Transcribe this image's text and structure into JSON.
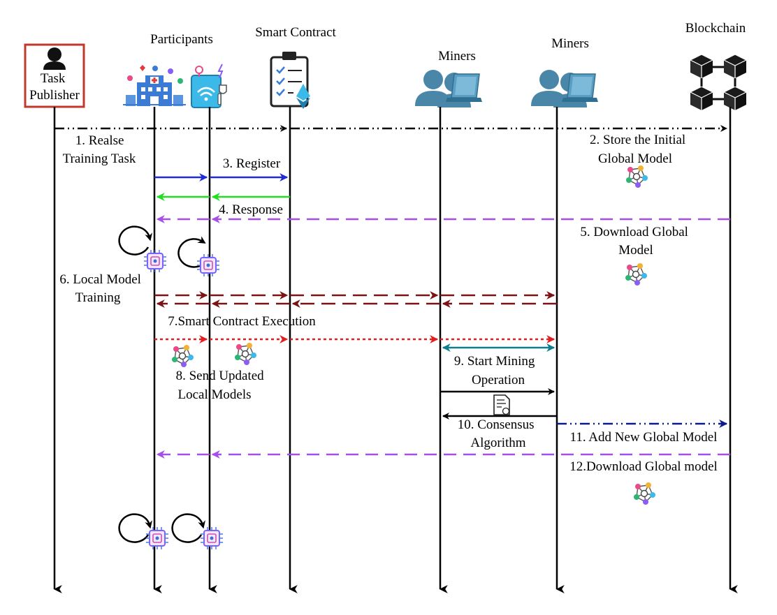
{
  "actors": {
    "task_publisher": "Task\nPublisher",
    "participants": "Participants",
    "smart_contract": "Smart Contract",
    "miners_1": "Miners",
    "miners_2": "Miners",
    "blockchain": "Blockchain"
  },
  "steps": {
    "s1": "1. Realse\nTraining Task",
    "s2": "2. Store the Initial\nGlobal Model",
    "s3": "3. Register",
    "s4": "4. Response",
    "s5": "5. Download Global\nModel",
    "s6": "6. Local Model\nTraining",
    "s7": "7.Smart Contract Execution",
    "s8": "8. Send Updated\nLocal Models",
    "s9": "9. Start Mining\nOperation",
    "s10": "10. Consensus\nAlgorithm",
    "s11": "11. Add New Global Model",
    "s12": "12.Download Global model"
  },
  "colors": {
    "release": "#000000",
    "register": "#1f2bd6",
    "response": "#22dd22",
    "download": "#a64ee8",
    "exchange": "#7a1414",
    "send_models": "#e41e1e",
    "mining_sync": "#0d7f8f",
    "add_model": "#0d1b8a",
    "publisher_border": "#c0392b",
    "miners_icon": "#4a86a8"
  },
  "icons": {
    "task_publisher": "person-icon",
    "participants_hospital": "hospital-icon",
    "participants_device": "iot-device-icon",
    "smart_contract": "clipboard-ethereum-icon",
    "miners": "miner-users-laptop-icon",
    "blockchain": "blockchain-cubes-icon",
    "model": "network-model-icon",
    "chip": "ai-chip-icon",
    "receipt": "receipt-icon"
  }
}
